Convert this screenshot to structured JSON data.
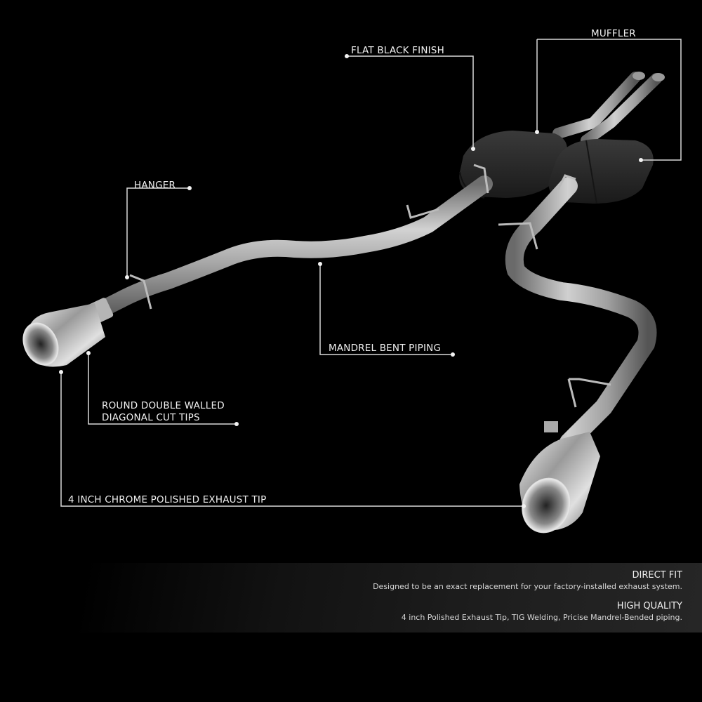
{
  "callouts": {
    "flat_black_finish": "FLAT BLACK FINISH",
    "muffler": "MUFFLER",
    "hanger": "HANGER",
    "mandrel_bent_piping": "MANDREL BENT PIPING",
    "round_tips_line1": "ROUND DOUBLE WALLED",
    "round_tips_line2": "DIAGONAL CUT TIPS",
    "chrome_tip": "4 INCH CHROME POLISHED EXHAUST TIP"
  },
  "features": [
    {
      "title": "DIRECT FIT",
      "description": "Designed to be an exact replacement for your factory-installed exhaust system."
    },
    {
      "title": "HIGH QUALITY",
      "description": "4 inch Polished Exhaust Tip, TIG Welding, Pricise Mandrel-Bended piping."
    }
  ],
  "colors": {
    "background": "#000000",
    "callout_line": "#d9d9d9",
    "pipe": "#9a9a9a",
    "muffler": "#2a2a2a",
    "panel_dark": "#000000",
    "panel_light": "#262626"
  }
}
